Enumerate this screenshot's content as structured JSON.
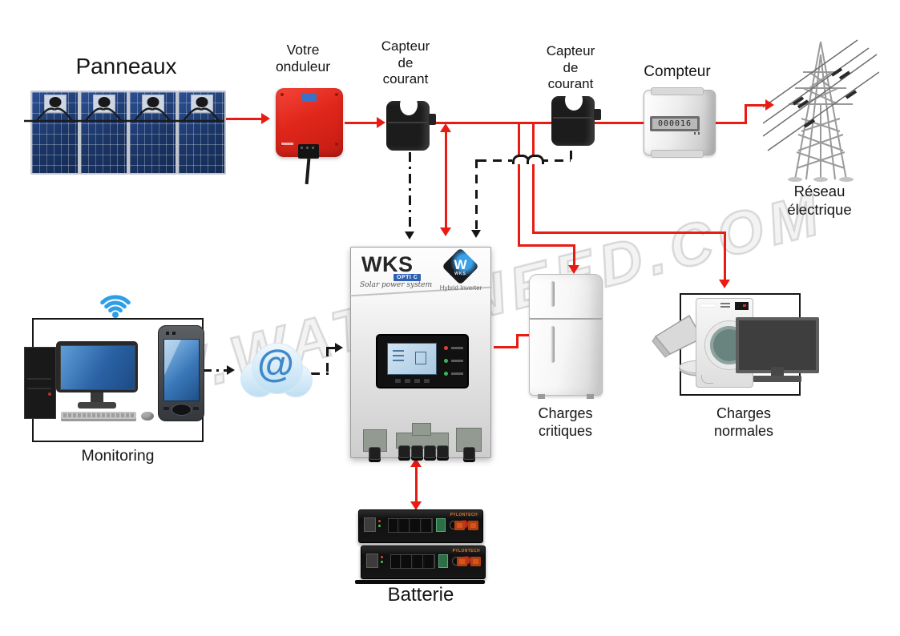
{
  "watermark": "WWW.WATTUNEED.COM",
  "colors": {
    "power_wire": "#e81c13",
    "data_wire": "#151515",
    "panel_blue": "#1b3566",
    "inverter_red": "#e0261b",
    "wifi_blue": "#2e9fe6",
    "cloud_at_blue": "#4089c9",
    "wks_badge_blue": "#2f5fb3"
  },
  "nodes": {
    "panels": {
      "label": "Panneaux"
    },
    "your_inverter": {
      "label": "Votre onduleur"
    },
    "sensor1": {
      "label": "Capteur de courant"
    },
    "sensor2": {
      "label": "Capteur de courant"
    },
    "meter": {
      "label": "Compteur",
      "display": "000016"
    },
    "grid": {
      "label": "Réseau électrique"
    },
    "wks": {
      "brand": "WKS",
      "badge": "OPTI C",
      "tagline": "Solar power system",
      "logo_letter": "W",
      "logo_sub": "WKS",
      "logo_caption": "Hybrid Inverter"
    },
    "monitoring": {
      "label": "Monitoring"
    },
    "cloud": {
      "symbol": "@"
    },
    "critical_loads": {
      "label": "Charges critiques"
    },
    "normal_loads": {
      "label": "Charges normales"
    },
    "battery": {
      "label": "Batterie",
      "brand": "PYLONTECH"
    }
  }
}
